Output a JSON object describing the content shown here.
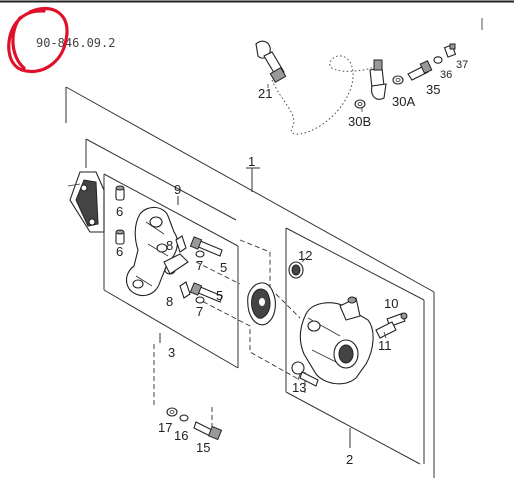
{
  "reference": "90-846.09.2",
  "accent_color": "#e0102a",
  "callouts": {
    "c1": "1",
    "c2": "2",
    "c3": "3",
    "c5a": "5",
    "c5b": "5",
    "c6a": "6",
    "c6b": "6",
    "c7a": "7",
    "c7b": "7",
    "c8a": "8",
    "c8b": "8",
    "c9": "9",
    "c10": "10",
    "c11": "11",
    "c12": "12",
    "c13": "13",
    "c15": "15",
    "c16": "16",
    "c17": "17",
    "c21": "21",
    "c30a": "30A",
    "c30b": "30B",
    "c35": "35",
    "c36": "36",
    "c37": "37"
  }
}
